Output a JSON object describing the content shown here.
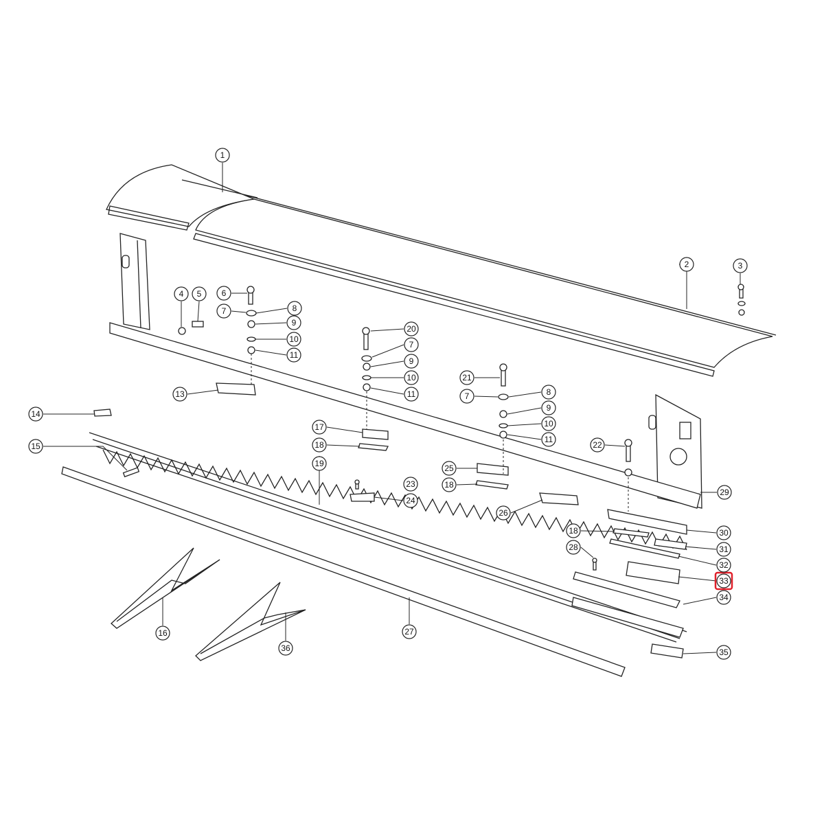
{
  "callouts": {
    "c1": "1",
    "c2": "2",
    "c3": "3",
    "c4": "4",
    "c5": "5",
    "c6": "6",
    "c7a": "7",
    "c8a": "8",
    "c9a": "9",
    "c10a": "10",
    "c11a": "11",
    "c20": "20",
    "c7b": "7",
    "c9b": "9",
    "c10b": "10",
    "c11b": "11",
    "c21": "21",
    "c7c": "7",
    "c8b": "8",
    "c9c": "9",
    "c10c": "10",
    "c11c": "11",
    "c13": "13",
    "c14": "14",
    "c15": "15",
    "c17": "17",
    "c18a": "18",
    "c19": "19",
    "c23": "23",
    "c24": "24",
    "c25": "25",
    "c18b": "18",
    "c26": "26",
    "c22": "22",
    "c29": "29",
    "c18c": "18",
    "c30": "30",
    "c28": "28",
    "c31": "31",
    "c32": "32",
    "c33": "33",
    "c34": "34",
    "c35": "35",
    "c16": "16",
    "c36": "36",
    "c27": "27"
  },
  "highlight": {
    "part": "33",
    "color": "#e0202a"
  }
}
